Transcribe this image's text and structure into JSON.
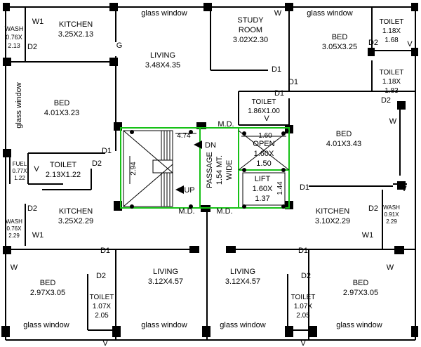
{
  "rooms": {
    "kitchen_tl": {
      "name": "KITCHEN",
      "size": "3.25X2.13"
    },
    "wash_tl": {
      "name": "WASH",
      "size1": "0.76X",
      "size2": "2.13"
    },
    "living_top": {
      "name": "LIVING",
      "size": "3.48X4.35"
    },
    "study": {
      "name1": "STUDY",
      "name2": "ROOM",
      "size": "3.02X2.30"
    },
    "bed_tr": {
      "name": "BED",
      "size": "3.05X3.25"
    },
    "toilet_tr1": {
      "name": "TOILET",
      "size1": "1.18X",
      "size2": "1.68"
    },
    "toilet_tr2": {
      "name": "TOILET",
      "size1": "1.18X",
      "size2": "1.83"
    },
    "bed_left": {
      "name": "BED",
      "size": "4.01X3.23"
    },
    "toilet_core": {
      "name": "TOILET",
      "size": "1.86X1.00"
    },
    "bed_right": {
      "name": "BED",
      "size": "4.01X3.43"
    },
    "fuel": {
      "name": "FUEL",
      "size1": "0.77X",
      "size2": "1.22"
    },
    "toilet_left": {
      "name": "TOILET",
      "size": "2.13X1.22"
    },
    "open": {
      "name": "OPEN",
      "size1": "1.60X",
      "size2": "1.50"
    },
    "lift": {
      "name": "LIFT",
      "size": "1.60X",
      "size2": "1.37"
    },
    "passage": {
      "name": "PASSAGE",
      "size1": "1.54 MT.",
      "size2": "WIDE"
    },
    "kitchen_bl": {
      "name": "KITCHEN",
      "size": "3.25X2.29"
    },
    "wash_bl": {
      "name": "WASH",
      "size1": "0.76X",
      "size2": "2.29"
    },
    "kitchen_br": {
      "name": "KITCHEN",
      "size": "3.10X2.29"
    },
    "wash_br": {
      "name": "WASH",
      "size1": "0.91X",
      "size2": "2.29"
    },
    "bed_bl": {
      "name": "BED",
      "size": "2.97X3.05"
    },
    "toilet_bl": {
      "name": "TOILET",
      "size1": "1.07X",
      "size2": "2.05"
    },
    "living_bl": {
      "name": "LIVING",
      "size": "3.12X4.57"
    },
    "living_br": {
      "name": "LIVING",
      "size": "3.12X4.57"
    },
    "toilet_br": {
      "name": "TOILET",
      "size1": "1.07X",
      "size2": "2.05"
    },
    "bed_br": {
      "name": "BED",
      "size": "2.97X3.05"
    }
  },
  "labels": {
    "glass_window": "glass window",
    "door_d1": "D1",
    "door_d2": "D2",
    "door_g": "G",
    "window_w": "W",
    "window_w1": "W1",
    "vent_v": "V",
    "main_door": "M.D.",
    "stair_dn": "DN",
    "stair_up": "UP"
  },
  "dimensions": {
    "stair_width": "4.74",
    "stair_depth": "2.94",
    "open_width": "1.60",
    "lift_depth": "1.44"
  }
}
